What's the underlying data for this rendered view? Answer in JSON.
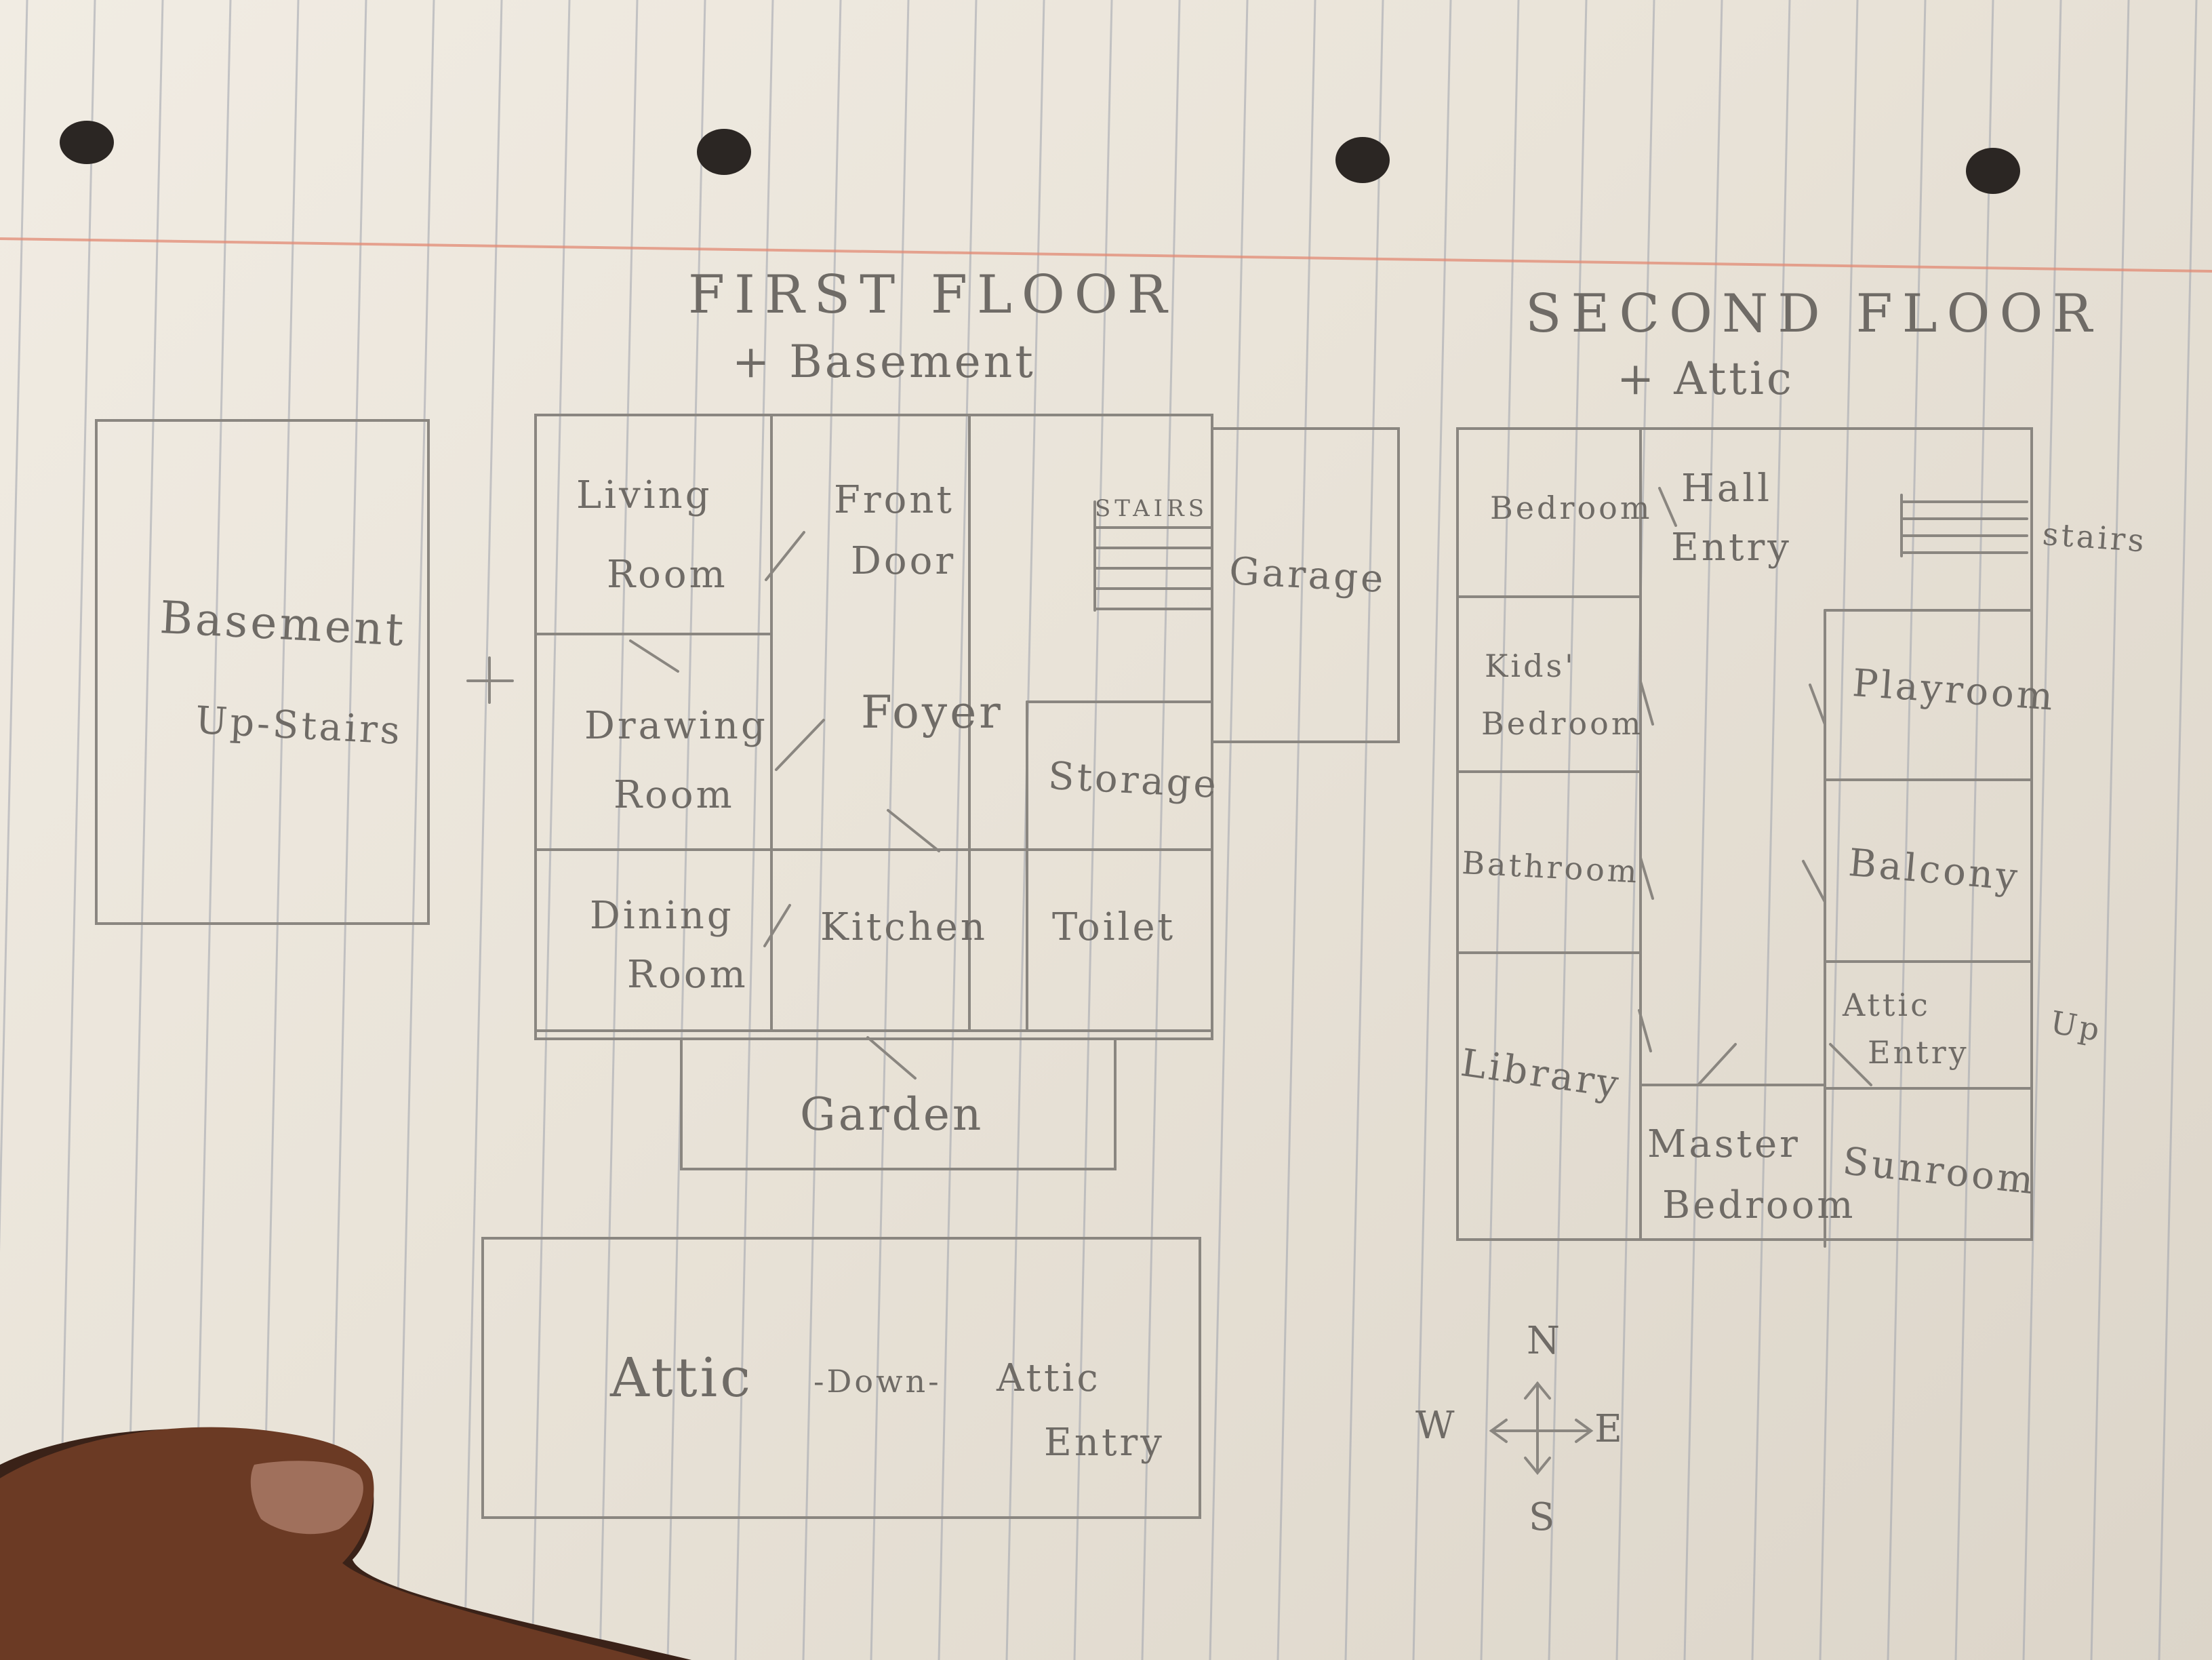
{
  "colors": {
    "paper": "#eee8de",
    "ruled_line": "#9fa3ad",
    "margin_line": "#e28a74",
    "pencil": "#76726c",
    "hole": "#2b2623"
  },
  "first_floor": {
    "title": "FIRST FLOOR",
    "subtitle": "+ Basement",
    "plus": "+",
    "basement": {
      "label": "Basement",
      "sublabel": "Up-Stairs"
    },
    "rooms": {
      "living_room": [
        "Living",
        "Room"
      ],
      "front_door": [
        "Front",
        "Door"
      ],
      "stairs": "STAIRS",
      "garage": "Garage",
      "drawing_room": [
        "Drawing",
        "Room"
      ],
      "foyer": "Foyer",
      "storage": "Storage",
      "dining_room": [
        "Dining",
        "Room"
      ],
      "kitchen": "Kitchen",
      "toilet": "Toilet",
      "garden": "Garden"
    },
    "attic": {
      "label": "Attic",
      "down": "-Down-",
      "entry_top": "Attic",
      "entry_bottom": "Entry"
    }
  },
  "second_floor": {
    "title": "SECOND FLOOR",
    "subtitle": "+ Attic",
    "rooms": {
      "bedroom": "Bedroom",
      "hall_entry": [
        "Hall",
        "Entry"
      ],
      "stairs": "stairs",
      "kids_bedroom": [
        "Kids'",
        "Bedroom"
      ],
      "playroom": "Playroom",
      "bathroom": "Bathroom",
      "balcony": "Balcony",
      "attic_entry": [
        "Attic",
        "Entry"
      ],
      "up": "Up",
      "library": "Library",
      "master_bedroom": [
        "Master",
        "Bedroom"
      ],
      "sunroom": "Sunroom"
    }
  },
  "compass": {
    "n": "N",
    "s": "S",
    "e": "E",
    "w": "W"
  }
}
